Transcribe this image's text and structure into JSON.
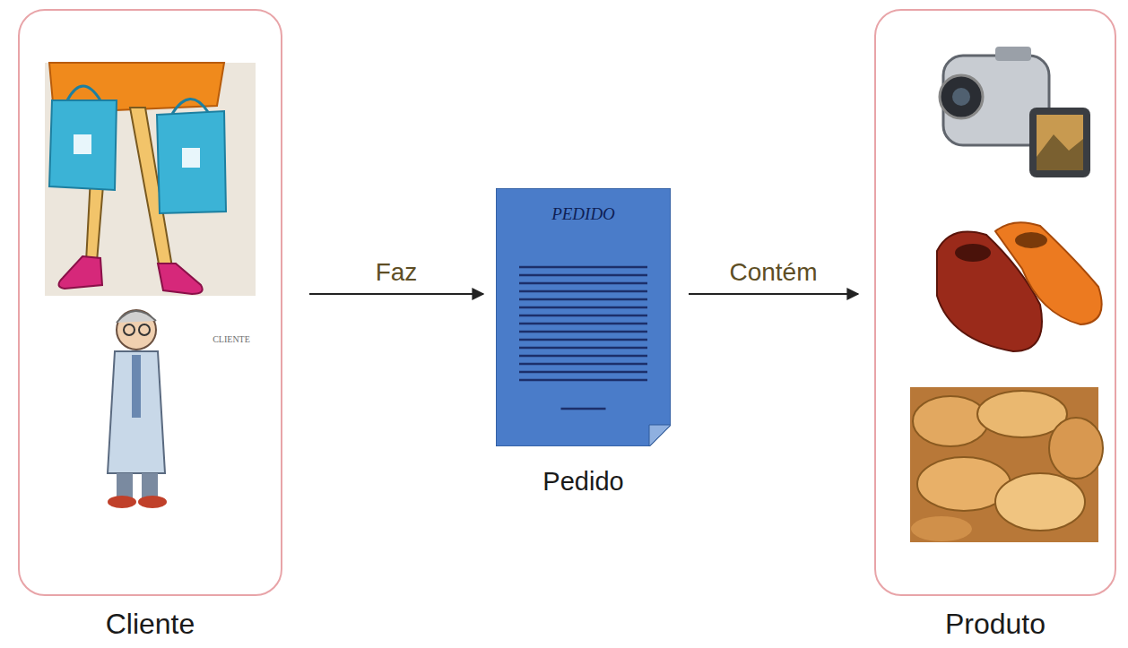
{
  "diagram": {
    "nodes": [
      {
        "text": [
          "Cliente"
        ]
      },
      {
        "text": [
          "PEDIDO",
          "Pedido"
        ]
      },
      {
        "text": [
          "Produto"
        ]
      }
    ],
    "edges": [
      {
        "from": 0,
        "to": 1,
        "label": "Faz",
        "arrow": "to"
      },
      {
        "from": 1,
        "to": 2,
        "label": "Contém",
        "arrow": "to"
      }
    ],
    "labels": [
      "CLIENTE"
    ]
  }
}
